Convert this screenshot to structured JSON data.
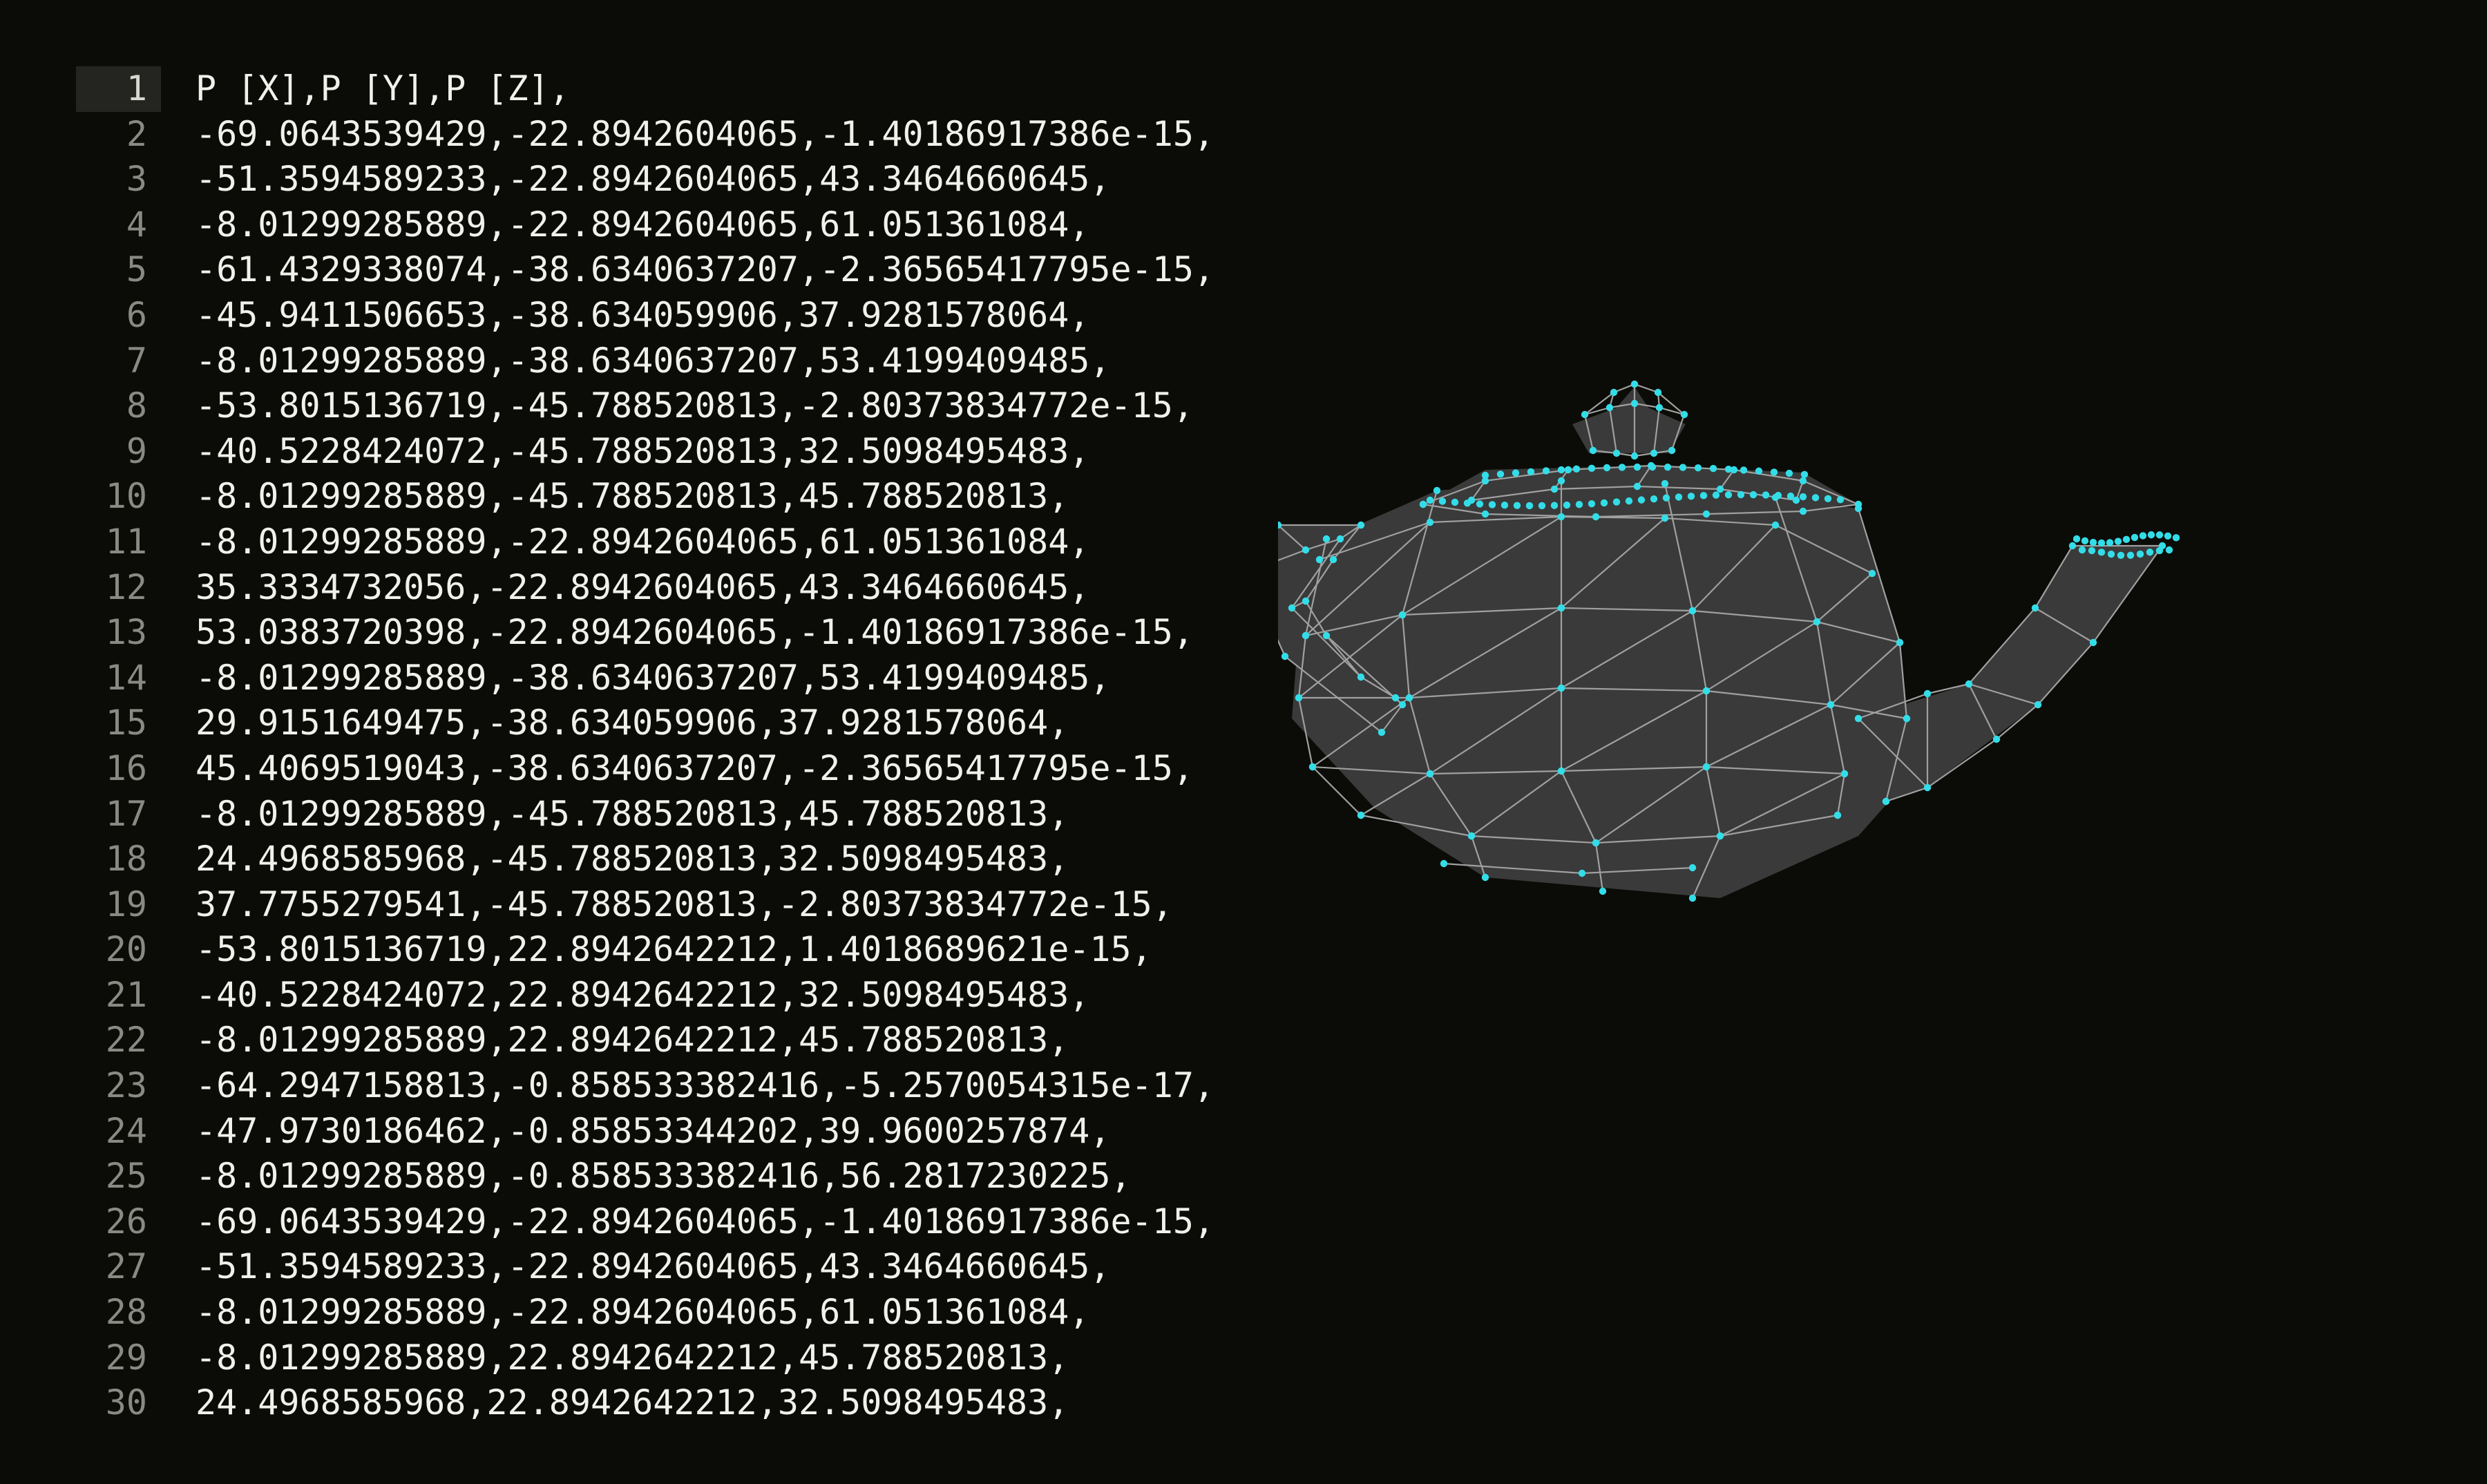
{
  "editor": {
    "lines": [
      {
        "n": "1",
        "text": "P [X],P [Y],P [Z],"
      },
      {
        "n": "2",
        "text": "-69.0643539429,-22.8942604065,-1.40186917386e-15,"
      },
      {
        "n": "3",
        "text": "-51.3594589233,-22.8942604065,43.3464660645,"
      },
      {
        "n": "4",
        "text": "-8.01299285889,-22.8942604065,61.051361084,"
      },
      {
        "n": "5",
        "text": "-61.4329338074,-38.6340637207,-2.36565417795e-15,"
      },
      {
        "n": "6",
        "text": "-45.9411506653,-38.634059906,37.9281578064,"
      },
      {
        "n": "7",
        "text": "-8.01299285889,-38.6340637207,53.4199409485,"
      },
      {
        "n": "8",
        "text": "-53.8015136719,-45.788520813,-2.80373834772e-15,"
      },
      {
        "n": "9",
        "text": "-40.5228424072,-45.788520813,32.5098495483,"
      },
      {
        "n": "10",
        "text": "-8.01299285889,-45.788520813,45.788520813,"
      },
      {
        "n": "11",
        "text": "-8.01299285889,-22.8942604065,61.051361084,"
      },
      {
        "n": "12",
        "text": "35.3334732056,-22.8942604065,43.3464660645,"
      },
      {
        "n": "13",
        "text": "53.0383720398,-22.8942604065,-1.40186917386e-15,"
      },
      {
        "n": "14",
        "text": "-8.01299285889,-38.6340637207,53.4199409485,"
      },
      {
        "n": "15",
        "text": "29.9151649475,-38.634059906,37.9281578064,"
      },
      {
        "n": "16",
        "text": "45.4069519043,-38.6340637207,-2.36565417795e-15,"
      },
      {
        "n": "17",
        "text": "-8.01299285889,-45.788520813,45.788520813,"
      },
      {
        "n": "18",
        "text": "24.4968585968,-45.788520813,32.5098495483,"
      },
      {
        "n": "19",
        "text": "37.7755279541,-45.788520813,-2.80373834772e-15,"
      },
      {
        "n": "20",
        "text": "-53.8015136719,22.8942642212,1.4018689621e-15,"
      },
      {
        "n": "21",
        "text": "-40.5228424072,22.8942642212,32.5098495483,"
      },
      {
        "n": "22",
        "text": "-8.01299285889,22.8942642212,45.788520813,"
      },
      {
        "n": "23",
        "text": "-64.2947158813,-0.858533382416,-5.2570054315e-17,"
      },
      {
        "n": "24",
        "text": "-47.9730186462,-0.85853344202,39.9600257874,"
      },
      {
        "n": "25",
        "text": "-8.01299285889,-0.858533382416,56.2817230225,"
      },
      {
        "n": "26",
        "text": "-69.0643539429,-22.8942604065,-1.40186917386e-15,"
      },
      {
        "n": "27",
        "text": "-51.3594589233,-22.8942604065,43.3464660645,"
      },
      {
        "n": "28",
        "text": "-8.01299285889,-22.8942604065,61.051361084,"
      },
      {
        "n": "29",
        "text": "-8.01299285889,22.8942642212,45.788520813,"
      },
      {
        "n": "30",
        "text": "24.4968585968,22.8942642212,32.5098495483,"
      }
    ]
  },
  "viewport": {
    "model": "teapot-wireframe",
    "colors": {
      "background": "#0b0c08",
      "face": "#3a3a3a",
      "edge": "#a0a0a0",
      "vertex": "#33dde8"
    }
  }
}
